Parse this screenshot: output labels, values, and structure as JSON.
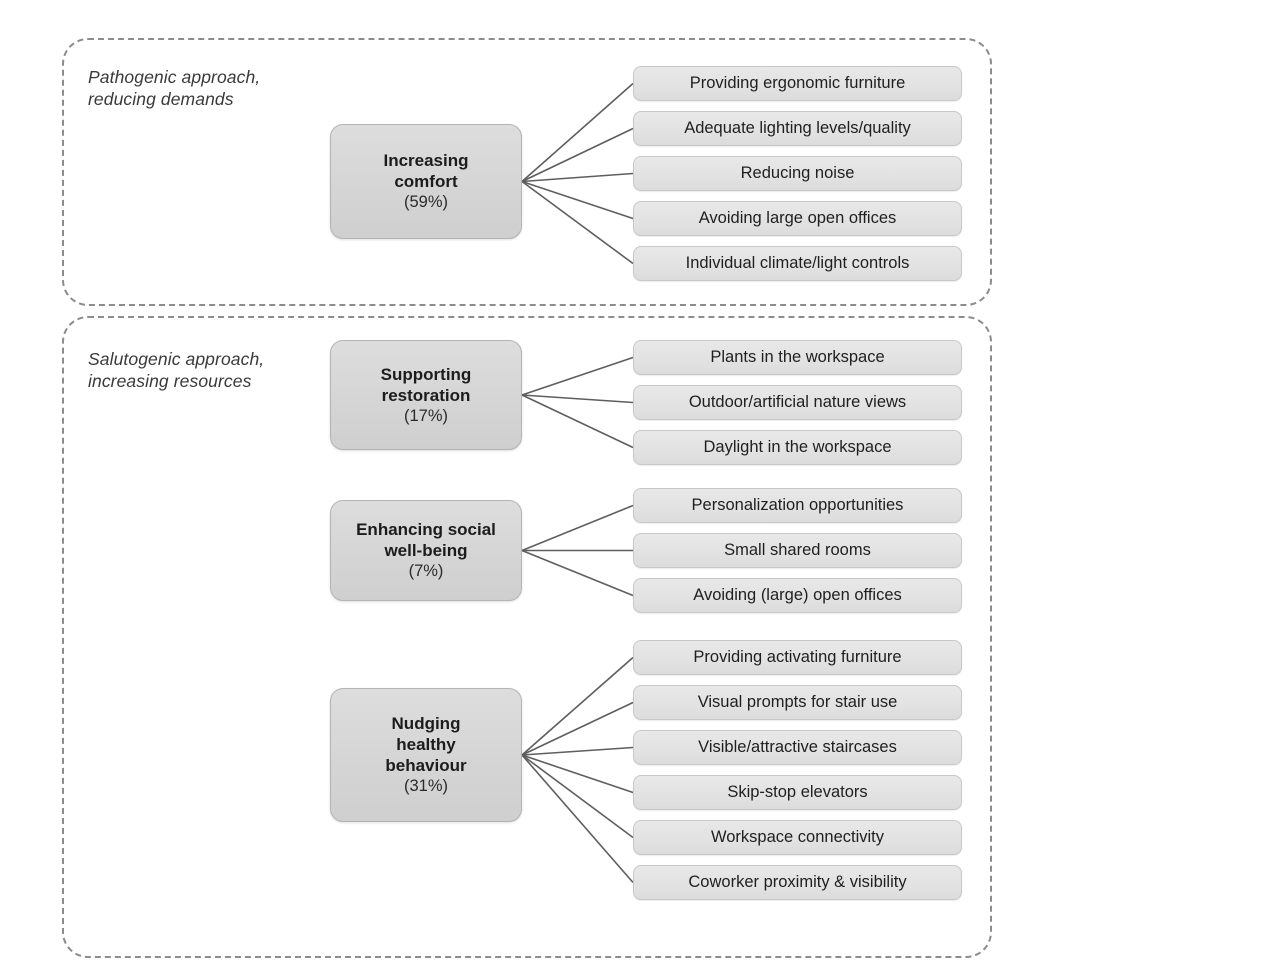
{
  "figure": {
    "type": "hierarchy-diagram",
    "background_color": "#ffffff",
    "node_fill": "#d5d5d5",
    "leaf_fill": "#e2e2e2",
    "connector_color": "#5e5e5e",
    "panel_border_color": "#8c8c8c"
  },
  "groups": [
    {
      "id": "pathogenic",
      "caption": "Pathogenic approach,\nreducing demands",
      "categories": [
        {
          "id": "increasing-comfort",
          "title": "Increasing\ncomfort",
          "percent": "(59%)",
          "percent_value": 59,
          "items": [
            "Providing ergonomic furniture",
            "Adequate lighting levels/quality",
            "Reducing noise",
            "Avoiding large open offices",
            "Individual climate/light controls"
          ]
        }
      ]
    },
    {
      "id": "salutogenic",
      "caption": "Salutogenic approach,\nincreasing resources",
      "categories": [
        {
          "id": "supporting-restoration",
          "title": "Supporting\nrestoration",
          "percent": "(17%)",
          "percent_value": 17,
          "items": [
            "Plants in the workspace",
            "Outdoor/artificial nature views",
            "Daylight in the workspace"
          ]
        },
        {
          "id": "enhancing-social-well-being",
          "title": "Enhancing social\nwell-being",
          "percent": "(7%)",
          "percent_value": 7,
          "items": [
            "Personalization opportunities",
            "Small shared rooms",
            "Avoiding (large) open offices"
          ]
        },
        {
          "id": "nudging-healthy-behaviour",
          "title": "Nudging\nhealthy\nbehaviour",
          "percent": "(31%)",
          "percent_value": 31,
          "items": [
            "Providing activating furniture",
            "Visual prompts for stair use",
            "Visible/attractive staircases",
            "Skip-stop elevators",
            "Workspace connectivity",
            "Coworker proximity & visibility"
          ]
        }
      ]
    }
  ],
  "leaf_rows": {
    "increasing-comfort": [
      66,
      111,
      156,
      201,
      246
    ],
    "supporting-restoration": [
      340,
      385,
      430
    ],
    "enhancing-social-well-being": [
      488,
      533,
      578
    ],
    "nudging-healthy-behaviour": [
      640,
      685,
      730,
      775,
      820,
      865
    ]
  }
}
